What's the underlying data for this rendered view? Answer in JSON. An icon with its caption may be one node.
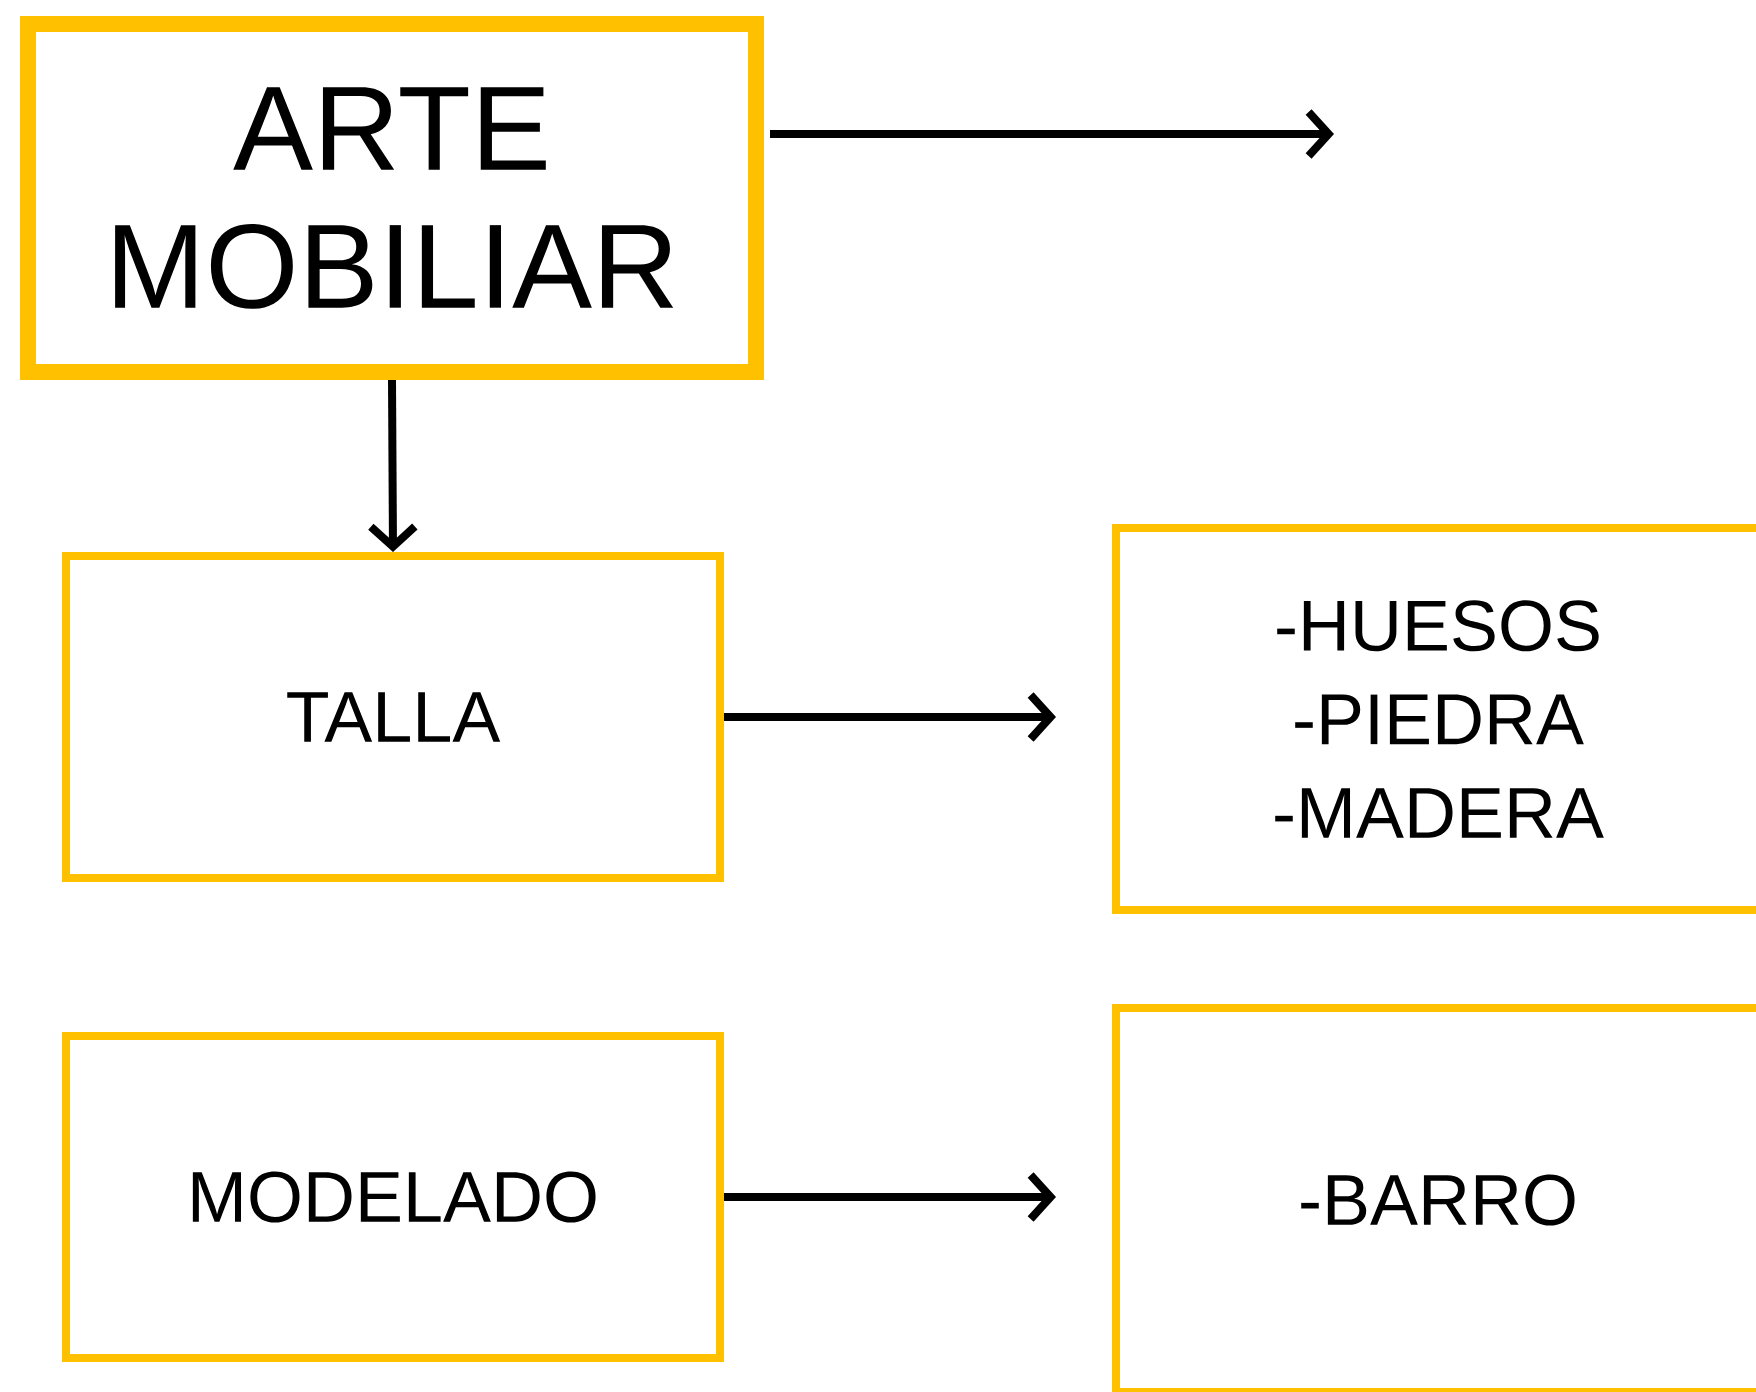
{
  "diagram": {
    "nodes": [
      {
        "text": [
          "ARTE MOBILIAR"
        ]
      },
      {
        "text": [
          "TALLA"
        ]
      },
      {
        "text": [
          "-HUESOS",
          "-PIEDRA",
          "-MADERA"
        ]
      },
      {
        "text": [
          "MODELADO"
        ]
      },
      {
        "text": [
          "-BARRO"
        ]
      }
    ],
    "edges": [
      {
        "from": 0,
        "to": null,
        "arrow": "to"
      },
      {
        "from": 0,
        "to": 1,
        "arrow": "to"
      },
      {
        "from": 1,
        "to": 2,
        "arrow": "to"
      },
      {
        "from": 3,
        "to": 4,
        "arrow": "to"
      }
    ]
  }
}
